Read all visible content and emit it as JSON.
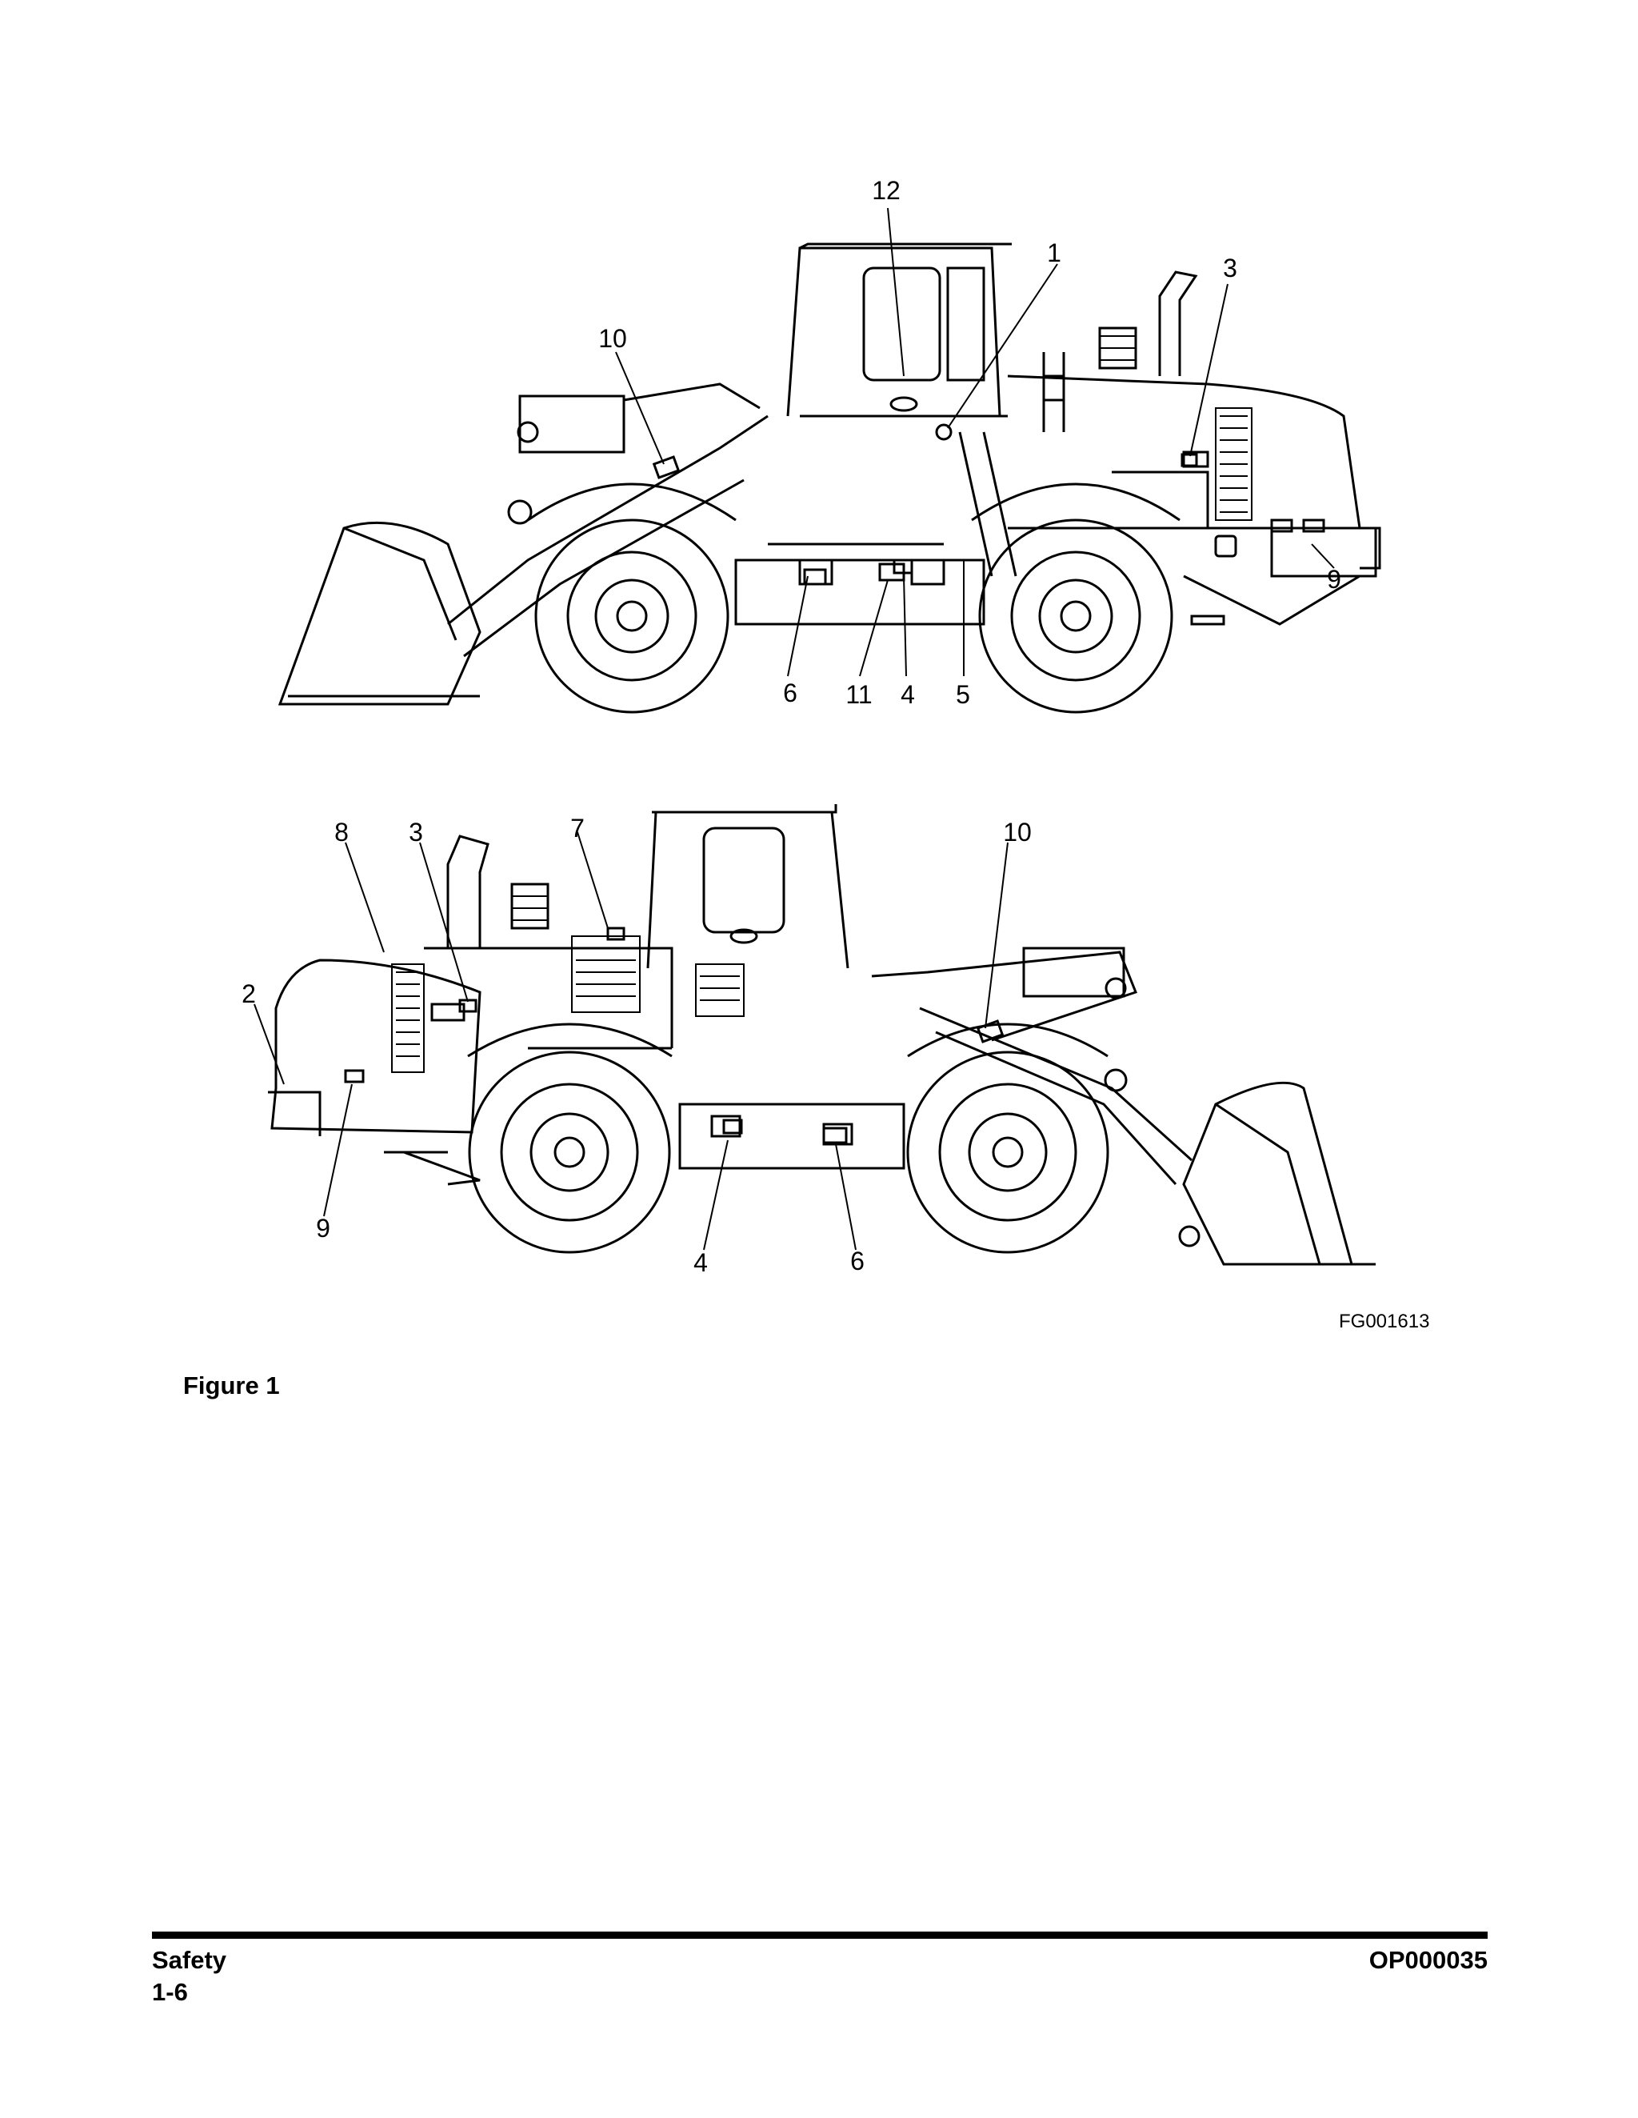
{
  "figure": {
    "callouts_top": [
      "12",
      "1",
      "3",
      "10",
      "9",
      "6",
      "11",
      "4",
      "5"
    ],
    "callouts_bottom": [
      "8",
      "3",
      "7",
      "10",
      "2",
      "9",
      "4",
      "6"
    ],
    "code": "FG001613",
    "caption": "Figure 1"
  },
  "footer": {
    "section": "Safety",
    "page": "1-6",
    "doc_id": "OP000035"
  }
}
